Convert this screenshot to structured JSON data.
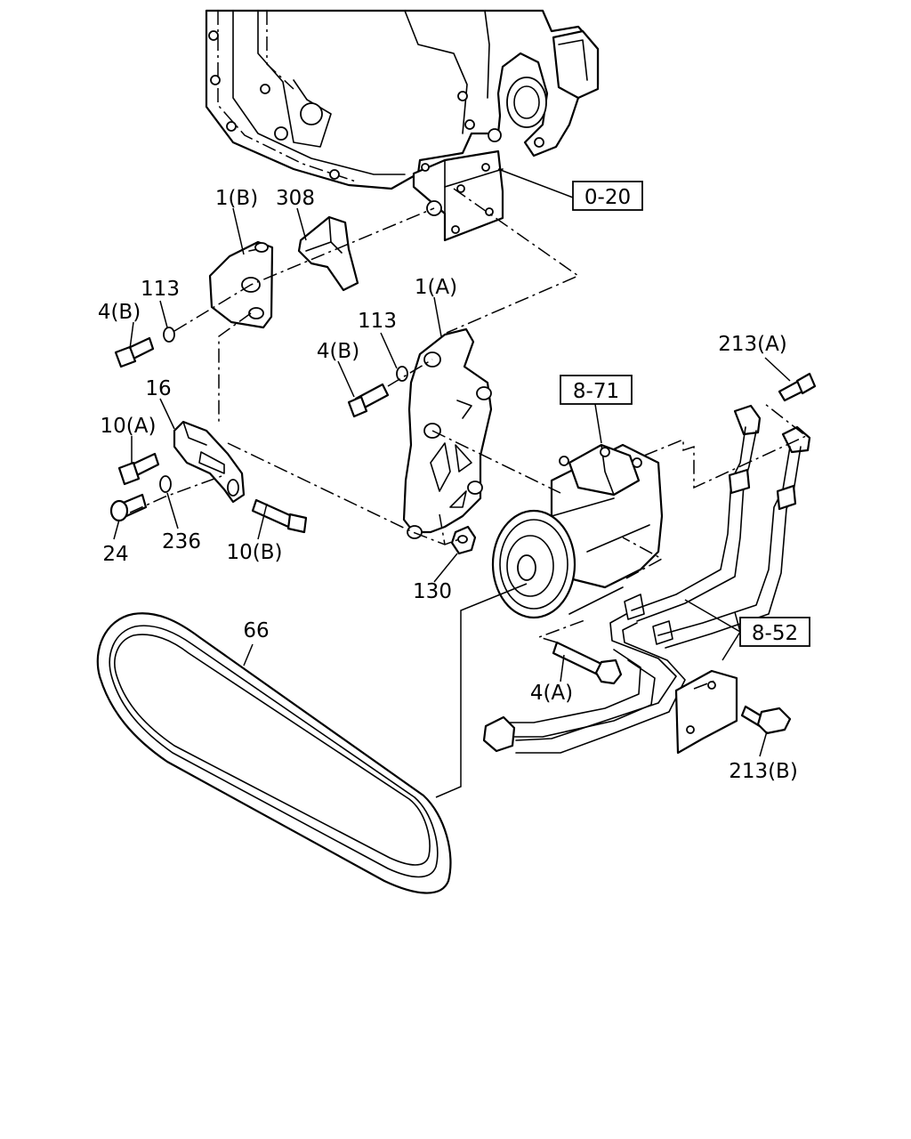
{
  "callouts": {
    "p1b": "1(B)",
    "p308": "308",
    "p113a": "113",
    "p4b_left": "4(B)",
    "p1a": "1(A)",
    "p113b": "113",
    "p4b_mid": "4(B)",
    "p16": "16",
    "p10a": "10(A)",
    "p24": "24",
    "p236": "236",
    "p10b": "10(B)",
    "p130": "130",
    "p66": "66",
    "p4a": "4(A)",
    "p213a": "213(A)",
    "p213b": "213(B)"
  },
  "references": {
    "ref_0_20": "0-20",
    "ref_8_71": "8-71",
    "ref_8_52": "8-52"
  }
}
